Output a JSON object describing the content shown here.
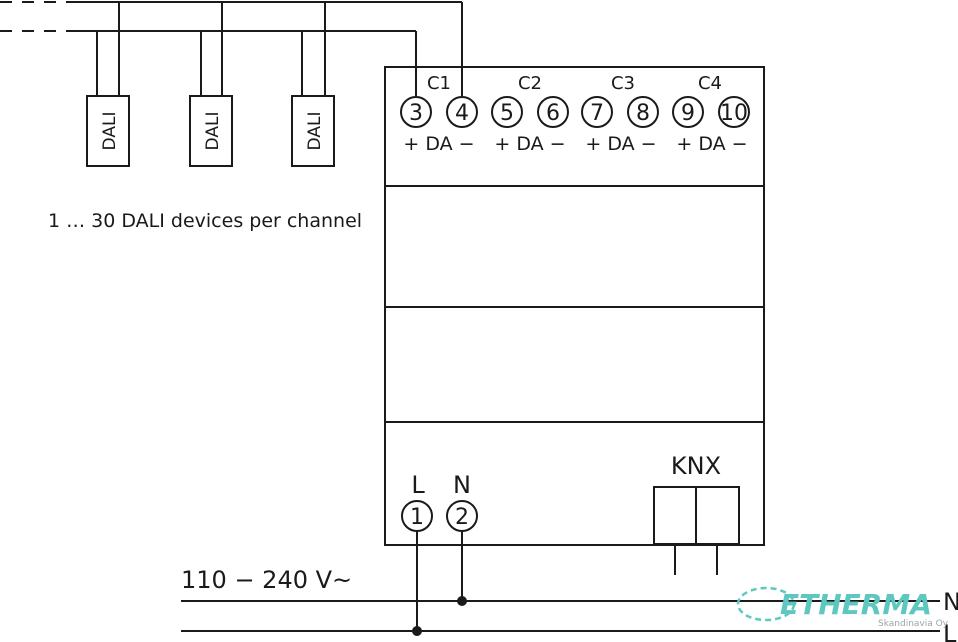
{
  "channels": [
    {
      "name": "C1",
      "plus_terminal": "3",
      "minus_terminal": "4",
      "polarity": "+ DA −"
    },
    {
      "name": "C2",
      "plus_terminal": "5",
      "minus_terminal": "6",
      "polarity": "+ DA −"
    },
    {
      "name": "C3",
      "plus_terminal": "7",
      "minus_terminal": "8",
      "polarity": "+ DA −"
    },
    {
      "name": "C4",
      "plus_terminal": "9",
      "minus_terminal": "10",
      "polarity": "+ DA −"
    }
  ],
  "dali_devices": [
    "DALI",
    "DALI",
    "DALI"
  ],
  "device_note": "1 … 30 DALI devices per channel",
  "power": {
    "l_label": "L",
    "l_terminal": "1",
    "n_label": "N",
    "n_terminal": "2",
    "voltage": "110 − 240 V~",
    "bus_n_label": "N",
    "bus_l_label": "L"
  },
  "knx_label": "KNX",
  "logo": {
    "name": "ETHERMA",
    "sub": "Skandinavia Oy",
    "color": "#5ec8c0"
  }
}
